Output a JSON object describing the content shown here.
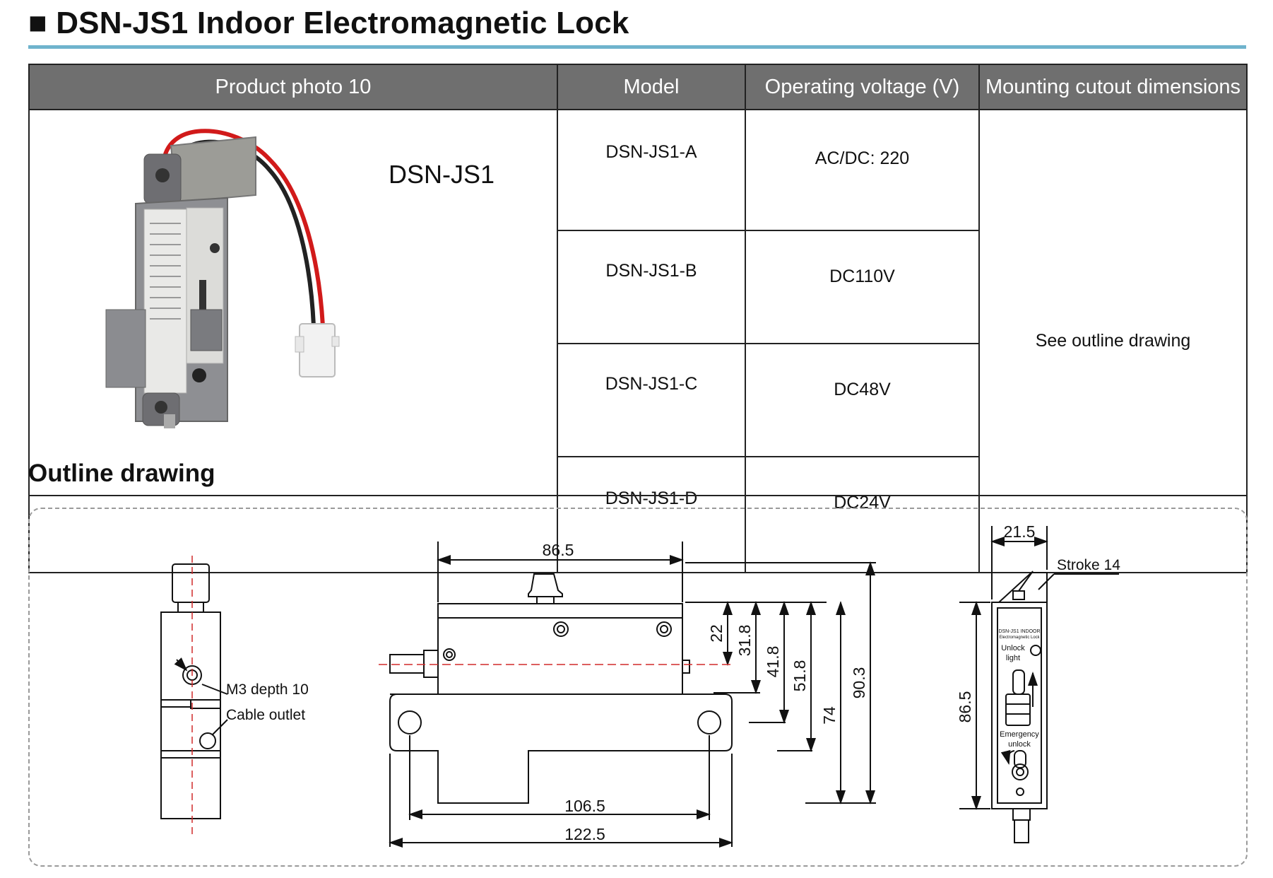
{
  "page_title": "■ DSN-JS1 Indoor Electromagnetic Lock",
  "table": {
    "headers": [
      "Product photo 10",
      "Model",
      "Operating voltage (V)",
      "Mounting cutout dimensions"
    ],
    "photo_model_label": "DSN-JS1",
    "rows": [
      {
        "model": "DSN-JS1-A",
        "voltage": "AC/DC: 220"
      },
      {
        "model": "DSN-JS1-B",
        "voltage": "DC110V"
      },
      {
        "model": "DSN-JS1-C",
        "voltage": "DC48V"
      },
      {
        "model": "DSN-JS1-D",
        "voltage": "DC24V"
      }
    ],
    "cutout_note": "See outline drawing"
  },
  "outline": {
    "title": "Outline drawing",
    "side_view": {
      "label_m3": "M3 depth 10",
      "label_cable": "Cable outlet"
    },
    "front_view": {
      "dim_top": "86.5",
      "dim_bottom_inner": "106.5",
      "dim_bottom_outer": "122.5",
      "dims_vertical": [
        "22",
        "31.8",
        "41.8",
        "51.8",
        "74",
        "90.3"
      ]
    },
    "end_view": {
      "dim_width": "21.5",
      "stroke_label": "Stroke 14",
      "dim_height": "86.5",
      "plate_brand": "DSN-JS1 INDOOR",
      "plate_subtitle": "Electromagnetic Lock",
      "unlock_light_line1": "Unlock",
      "unlock_light_line2": "light",
      "emergency_line1": "Emergency",
      "emergency_line2": "unlock"
    }
  }
}
